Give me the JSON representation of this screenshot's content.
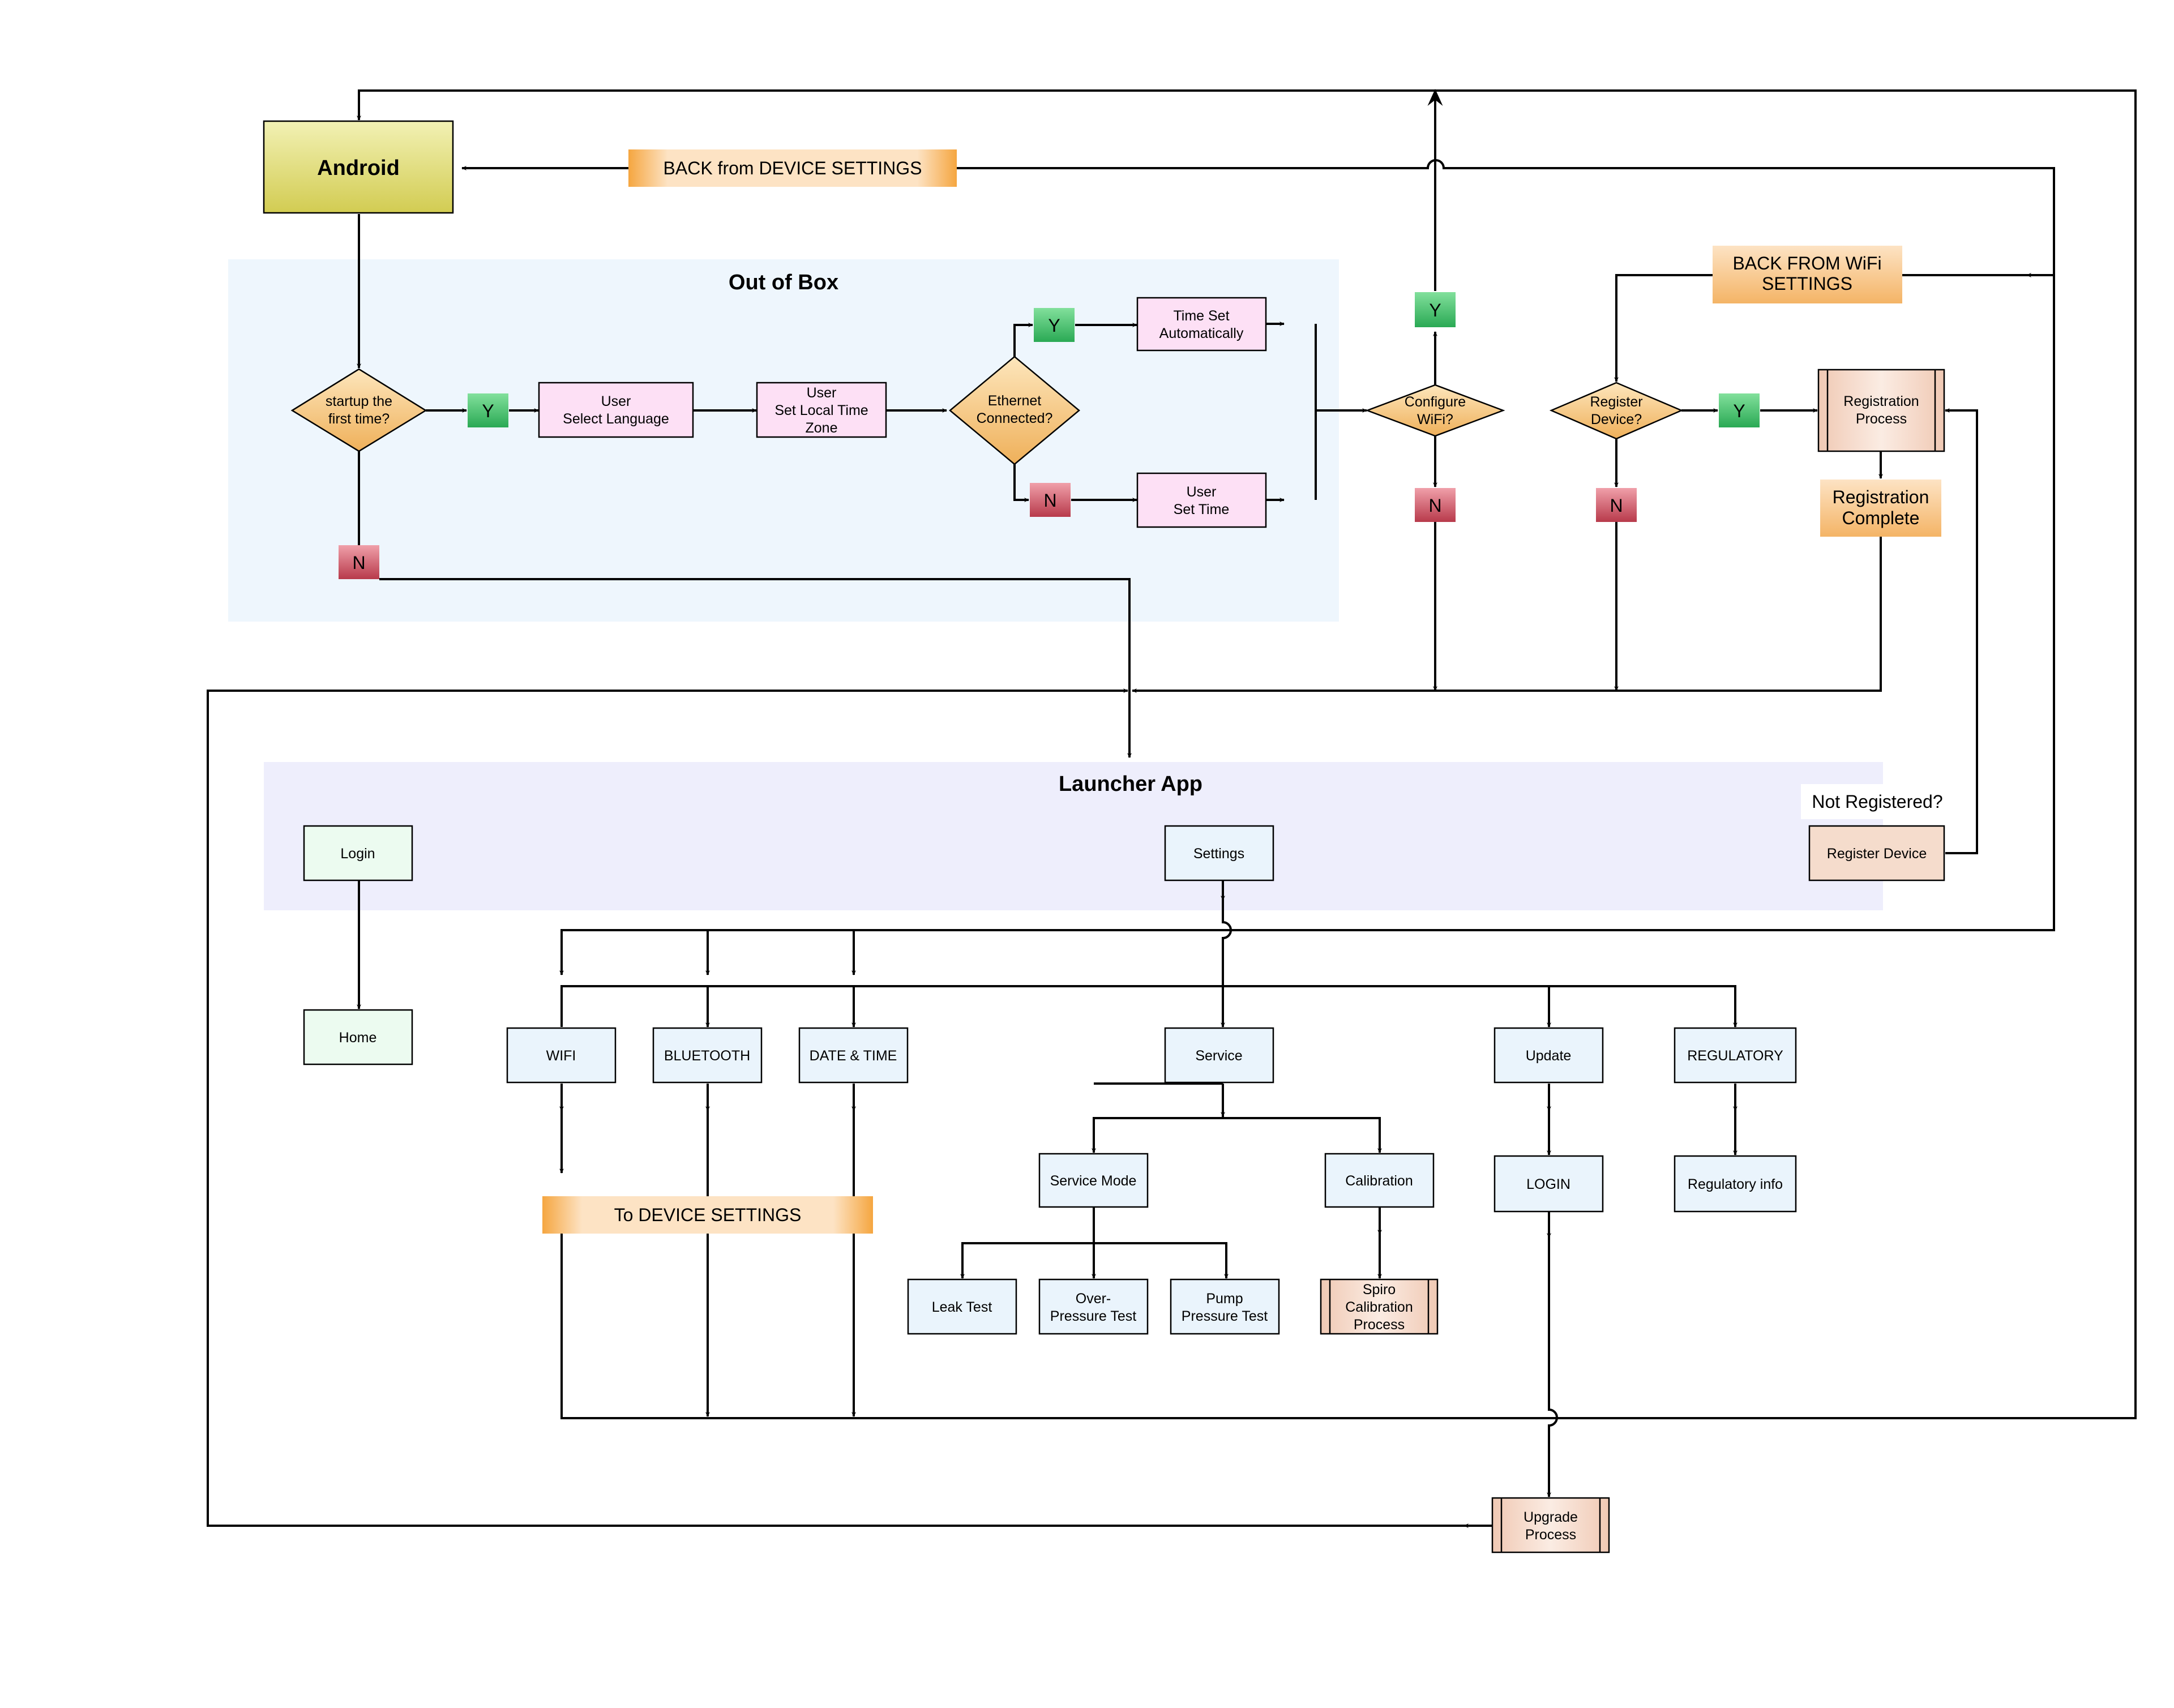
{
  "colors": {
    "out_of_box_bg": "#eef6fd",
    "launcher_bg": "#eeeefc",
    "android_fill_top": "#f2f1b4",
    "android_fill_bottom": "#d2cc52",
    "decision_top": "#fce4b8",
    "decision_bottom": "#efb25c",
    "pink_box": "#fde0f5",
    "blue_box": "#eaf4fc",
    "green_box": "#ecfbf0",
    "peach_box": "#f5dccc",
    "yes_tag": "#3fc06a",
    "no_tag": "#c9505e",
    "orange_banner": "#f5b25a"
  },
  "groups": {
    "out_of_box": "Out of Box",
    "launcher_app": "Launcher App"
  },
  "nodes": {
    "android": "Android",
    "back_from_device_settings": "BACK from DEVICE SETTINGS",
    "startup_first_time": [
      "startup the",
      "first time?"
    ],
    "user_select_language": [
      "User",
      "Select Language"
    ],
    "user_set_local_time_zone": [
      "User",
      "Set Local Time",
      "Zone"
    ],
    "ethernet_connected": [
      "Ethernet",
      "Connected?"
    ],
    "time_set_automatically": [
      "Time Set",
      "Automatically"
    ],
    "user_set_time": [
      "User",
      "Set Time"
    ],
    "configure_wifi": [
      "Configure",
      "WiFi?"
    ],
    "back_from_wifi_settings": [
      "BACK FROM WiFi",
      "SETTINGS"
    ],
    "register_device_q": [
      "Register",
      "Device?"
    ],
    "registration_process": [
      "Registration",
      "Process"
    ],
    "registration_complete": [
      "Registration",
      "Complete"
    ],
    "not_registered": "Not Registered?",
    "register_device": "Register Device",
    "login": "Login",
    "settings": "Settings",
    "home": "Home",
    "wifi": "WIFI",
    "bluetooth": "BLUETOOTH",
    "date_time": "DATE & TIME",
    "service": "Service",
    "update": "Update",
    "regulatory": "REGULATORY",
    "to_device_settings": "To DEVICE SETTINGS",
    "service_mode": "Service Mode",
    "calibration": "Calibration",
    "login_caps": "LOGIN",
    "regulatory_info": "Regulatory info",
    "leak_test": "Leak Test",
    "over_pressure_test": [
      "Over-",
      "Pressure Test"
    ],
    "pump_pressure_test": [
      "Pump",
      "Pressure Test"
    ],
    "spiro_calibration_process": [
      "Spiro",
      "Calibration",
      "Process"
    ],
    "upgrade_process": [
      "Upgrade",
      "Process"
    ]
  },
  "tags": {
    "yes": "Y",
    "no": "N"
  }
}
